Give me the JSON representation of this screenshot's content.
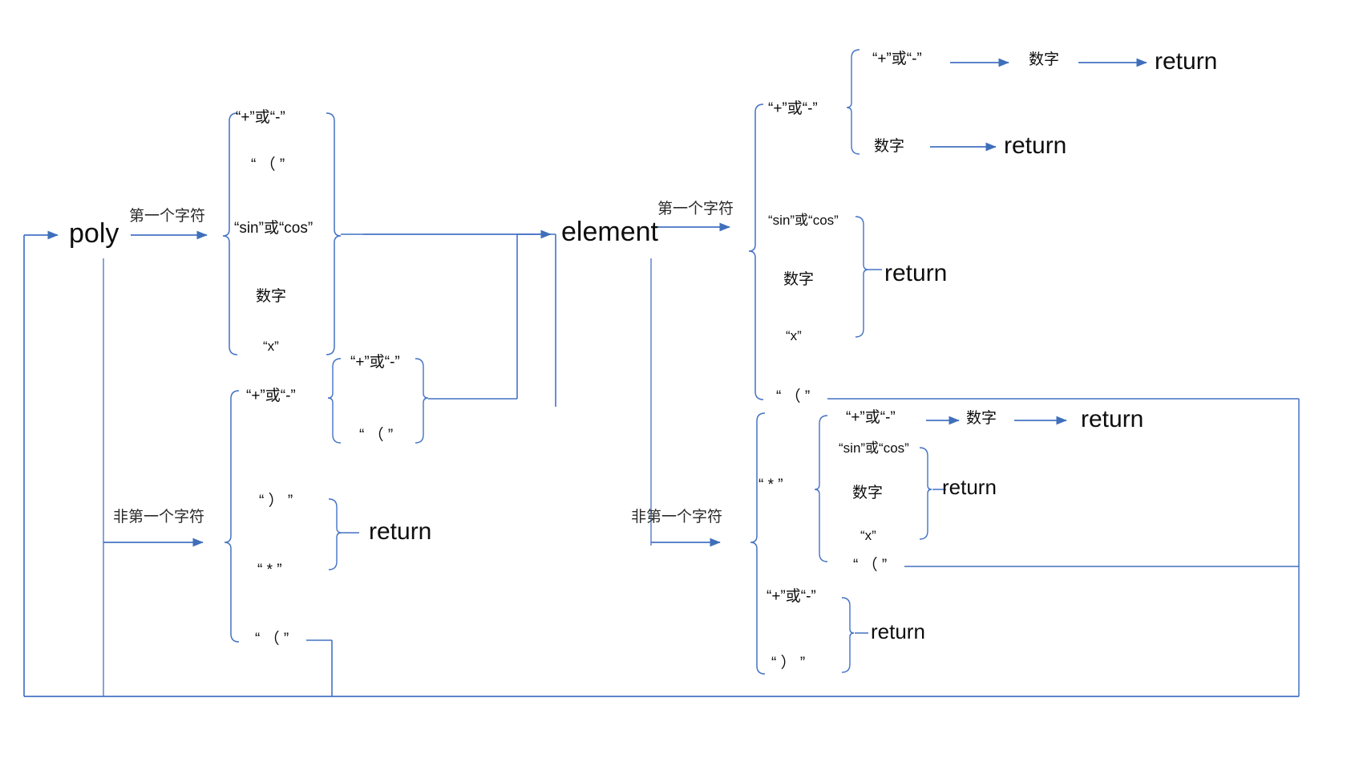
{
  "diagram": {
    "title": "poly / element parser state diagram",
    "accent_color": "#4472c4",
    "text_color": "#0d0d0d",
    "background": "#ffffff",
    "nodes": {
      "poly": "poly",
      "element": "element"
    },
    "edge_labels": {
      "first_char_poly": "第一个字符",
      "non_first_char_poly": "非第一个字符",
      "first_char_element": "第一个字符",
      "non_first_char_element": "非第一个字符"
    },
    "poly_first_group": [
      "“+”或“-”",
      "“ （ ”",
      "“sin”或“cos”",
      "数字",
      "“x”"
    ],
    "poly_nonfirst": {
      "plus_minus": "“+”或“-”",
      "plus_minus_group": [
        "“+”或“-”",
        "“ （ ”"
      ],
      "return_group": [
        "“ ） ”",
        "“ * ”"
      ],
      "return_label": "return",
      "paren_open": "“ （ ”"
    },
    "element_first": {
      "plus_minus": "“+”或“-”",
      "plus_minus_group": [
        "“+”或“-”",
        "数字"
      ],
      "branch_number": "数字",
      "branch_return_top": "return",
      "branch_return_mid": "return",
      "sincos_group": [
        "“sin”或“cos”",
        "数字",
        "“x”"
      ],
      "sincos_return": "return",
      "paren_open": "“ （ ”"
    },
    "element_nonfirst": {
      "star": "“ * ”",
      "star_plus_minus": "“+”或“-”",
      "star_number": "数字",
      "star_return": "return",
      "sincos_group": [
        "“sin”或“cos”",
        "数字",
        "“x”"
      ],
      "sincos_return": "return",
      "paren_open": "“ （ ”",
      "tail_group": [
        "“+”或“-”",
        "“ ） ”"
      ],
      "tail_return": "return"
    }
  }
}
